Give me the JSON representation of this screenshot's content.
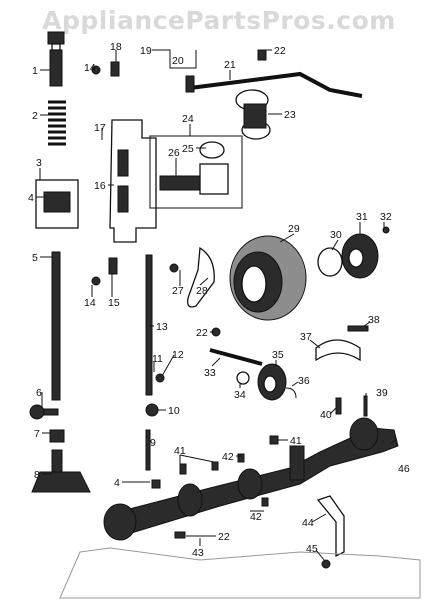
{
  "watermark": "AppliancePartsPros.com",
  "callouts": [
    {
      "id": "1",
      "label": "1"
    },
    {
      "id": "2",
      "label": "2"
    },
    {
      "id": "3",
      "label": "3"
    },
    {
      "id": "4a",
      "label": "4"
    },
    {
      "id": "5",
      "label": "5"
    },
    {
      "id": "6",
      "label": "6"
    },
    {
      "id": "7",
      "label": "7"
    },
    {
      "id": "8",
      "label": "8"
    },
    {
      "id": "9",
      "label": "9"
    },
    {
      "id": "10",
      "label": "10"
    },
    {
      "id": "11",
      "label": "11"
    },
    {
      "id": "12",
      "label": "12"
    },
    {
      "id": "13",
      "label": "13"
    },
    {
      "id": "14a",
      "label": "14"
    },
    {
      "id": "14b",
      "label": "14"
    },
    {
      "id": "15",
      "label": "15"
    },
    {
      "id": "16",
      "label": "16"
    },
    {
      "id": "17",
      "label": "17"
    },
    {
      "id": "18",
      "label": "18"
    },
    {
      "id": "19",
      "label": "19"
    },
    {
      "id": "20",
      "label": "20"
    },
    {
      "id": "21",
      "label": "21"
    },
    {
      "id": "22a",
      "label": "22"
    },
    {
      "id": "22b",
      "label": "22"
    },
    {
      "id": "22c",
      "label": "22"
    },
    {
      "id": "23",
      "label": "23"
    },
    {
      "id": "24",
      "label": "24"
    },
    {
      "id": "25",
      "label": "25"
    },
    {
      "id": "26",
      "label": "26"
    },
    {
      "id": "27",
      "label": "27"
    },
    {
      "id": "28",
      "label": "28"
    },
    {
      "id": "29",
      "label": "29"
    },
    {
      "id": "30",
      "label": "30"
    },
    {
      "id": "31",
      "label": "31"
    },
    {
      "id": "32",
      "label": "32"
    },
    {
      "id": "33",
      "label": "33"
    },
    {
      "id": "34",
      "label": "34"
    },
    {
      "id": "35",
      "label": "35"
    },
    {
      "id": "36",
      "label": "36"
    },
    {
      "id": "37",
      "label": "37"
    },
    {
      "id": "38",
      "label": "38"
    },
    {
      "id": "39",
      "label": "39"
    },
    {
      "id": "40",
      "label": "40"
    },
    {
      "id": "41a",
      "label": "41"
    },
    {
      "id": "41b",
      "label": "41"
    },
    {
      "id": "42a",
      "label": "42"
    },
    {
      "id": "42b",
      "label": "42"
    },
    {
      "id": "43",
      "label": "43"
    },
    {
      "id": "44",
      "label": "44"
    },
    {
      "id": "45",
      "label": "45"
    },
    {
      "id": "46",
      "label": "46"
    },
    {
      "id": "4b",
      "label": "4"
    }
  ]
}
